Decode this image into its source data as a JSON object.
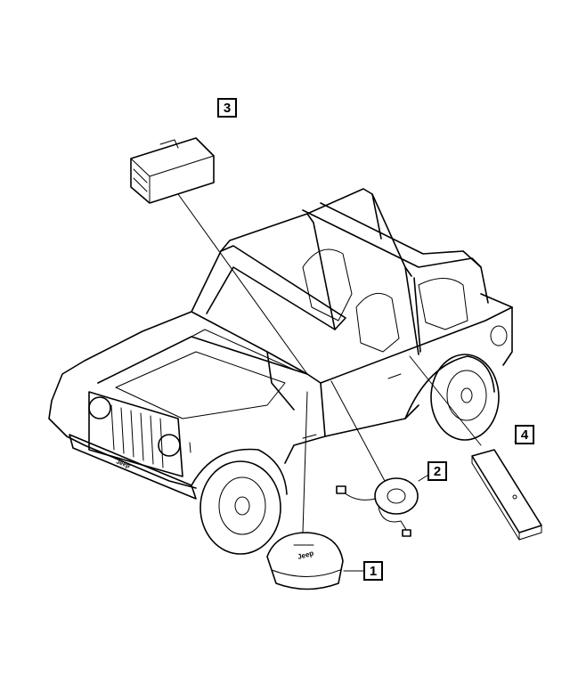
{
  "callouts": [
    {
      "id": "1",
      "label": "1"
    },
    {
      "id": "2",
      "label": "2"
    },
    {
      "id": "3",
      "label": "3"
    },
    {
      "id": "4",
      "label": "4"
    }
  ],
  "vehicle": {
    "grille_badge": "Jeep",
    "airbag_cover_logo": "Jeep"
  },
  "colors": {
    "line": "#000000",
    "background": "#ffffff"
  }
}
